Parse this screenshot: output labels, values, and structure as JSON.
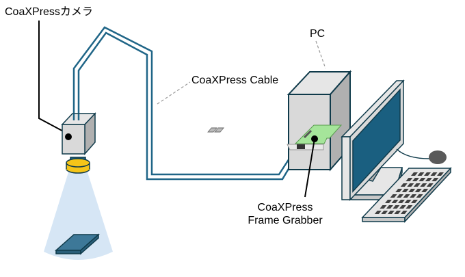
{
  "labels": {
    "camera": "CoaXPressカメラ",
    "cable": "CoaXPress Cable",
    "pc": "PC",
    "grabber_line1": "CoaXPress",
    "grabber_line2": "Frame Grabber"
  },
  "colors": {
    "cable": "#1f6587",
    "outline": "#0f3a4a",
    "device_light": "#d9d9d9",
    "device_dark": "#b0b0b0",
    "screen": "#1a5f80",
    "lens_ring": "#f5c518",
    "lens_body": "#1f6587",
    "light_cone": "#d6e6f5",
    "board": "#a5e59a",
    "keys": "#404040",
    "mouse": "#5a5a5a"
  },
  "components": [
    {
      "id": "camera",
      "icon": "camera-icon"
    },
    {
      "id": "target-object",
      "icon": "workpiece-icon"
    },
    {
      "id": "coaxpress-cable",
      "icon": "cable-icon"
    },
    {
      "id": "pc-tower",
      "icon": "pc-tower-icon"
    },
    {
      "id": "frame-grabber",
      "icon": "frame-grabber-icon"
    },
    {
      "id": "monitor",
      "icon": "monitor-icon"
    },
    {
      "id": "keyboard",
      "icon": "keyboard-icon"
    },
    {
      "id": "mouse",
      "icon": "mouse-icon"
    }
  ]
}
